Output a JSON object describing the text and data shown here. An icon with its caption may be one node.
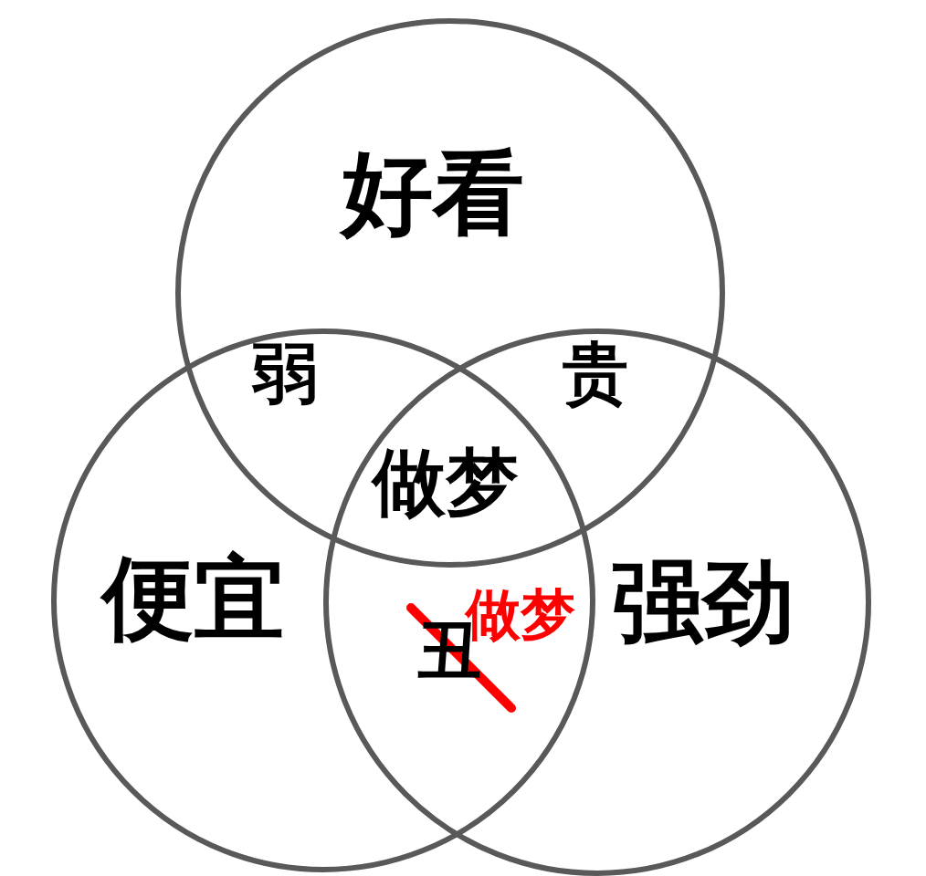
{
  "diagram": {
    "nodes": [
      {
        "text": [
          "好看"
        ]
      },
      {
        "text": [
          "便宜"
        ]
      },
      {
        "text": [
          "强劲"
        ]
      }
    ],
    "labels": [
      "弱",
      "贵",
      "做梦",
      "丑",
      "做梦"
    ]
  }
}
